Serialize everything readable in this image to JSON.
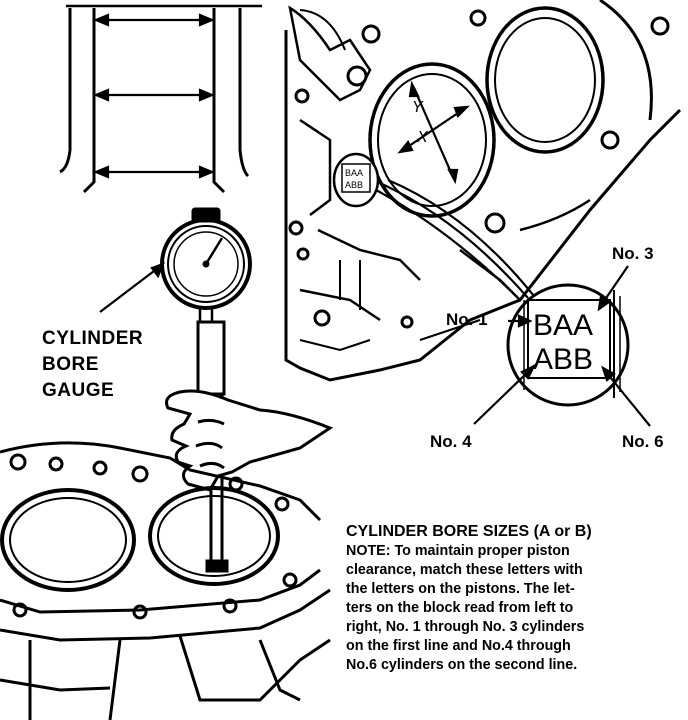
{
  "gauge_label": {
    "line1": "CYLINDER",
    "line2": "BORE",
    "line3": "GAUGE"
  },
  "code_inset": {
    "row1": "BAA",
    "row2": "ABB",
    "small_row1": "BAA",
    "small_row2": "ABB"
  },
  "callouts": {
    "no1": "No. 1",
    "no3": "No. 3",
    "no4": "No. 4",
    "no6": "No. 6"
  },
  "measure_labels": {
    "x": "X",
    "y": "Y"
  },
  "caption": {
    "title": "CYLINDER BORE SIZES (A or B)",
    "note_lines": [
      "NOTE: To maintain proper piston",
      "clearance, match these letters with",
      "the letters on the pistons. The let-",
      "ters on the block read from left to",
      "right, No. 1 through No. 3 cylinders",
      "on the first line and No.4 through",
      "No.6 cylinders on the second line."
    ]
  }
}
